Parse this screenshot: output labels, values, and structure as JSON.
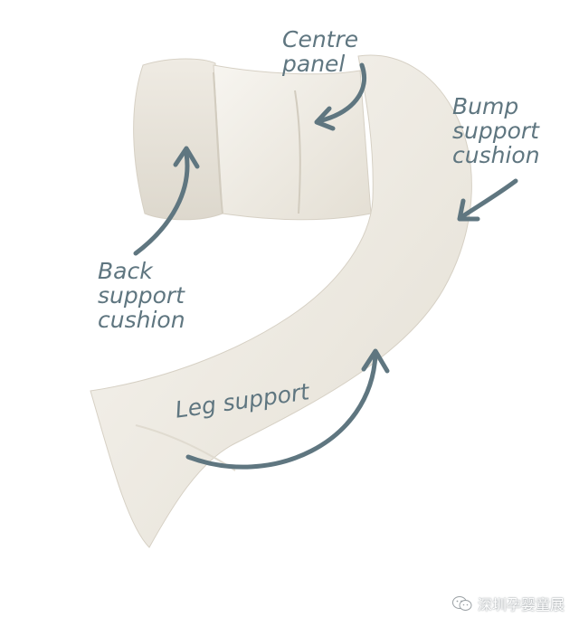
{
  "labels": {
    "centre_panel": [
      "Centre",
      "panel"
    ],
    "bump_support": [
      "Bump",
      "support",
      "cushion"
    ],
    "back_support": [
      "Back",
      "support",
      "cushion"
    ],
    "leg_support": "Leg support"
  },
  "watermark": {
    "text": "深圳孕婴童展",
    "icon": "wechat-icon"
  },
  "colors": {
    "label": "#5f7680",
    "arrow": "#5f7680",
    "pillow": "#f1eee7",
    "pillow_shadow": "#d9d4c9",
    "background": "#ffffff"
  }
}
